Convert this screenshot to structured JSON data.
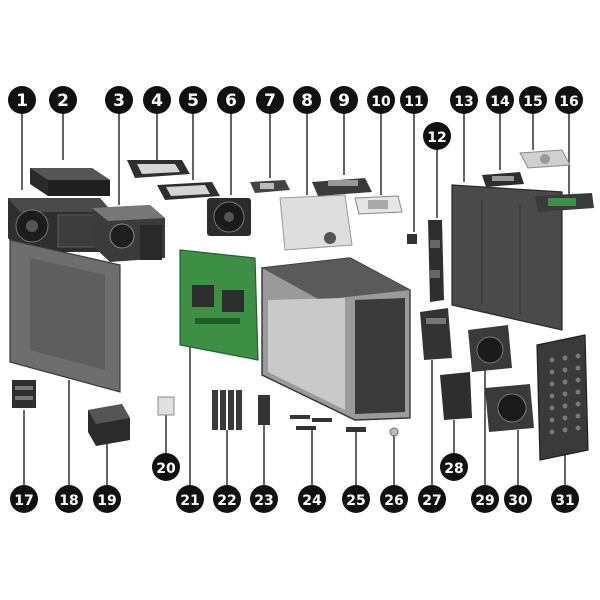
{
  "callouts": [
    "1",
    "2",
    "3",
    "4",
    "5",
    "6",
    "7",
    "8",
    "9",
    "10",
    "11",
    "12",
    "13",
    "14",
    "15",
    "16",
    "17",
    "18",
    "19",
    "20",
    "21",
    "22",
    "23",
    "24",
    "25",
    "26",
    "27",
    "28",
    "29",
    "30",
    "31"
  ],
  "colors": {
    "badge": "#111111",
    "leader": "#222222",
    "board_green": "#3c8f44",
    "metal_dark": "#3a3a3a",
    "metal_light": "#d9d9d9",
    "panel_grey": "#6b6b6b"
  }
}
